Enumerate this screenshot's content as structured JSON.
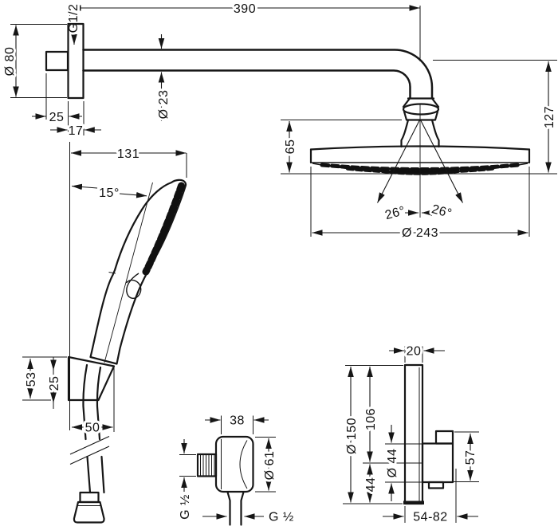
{
  "overhead": {
    "arm_length": "390",
    "wall_thread": "G1/2",
    "flange_diameter": "Ø 80",
    "arm_diameter": "Ø 23",
    "stub_offset": "25",
    "flange_depth": "17",
    "head_height": "127",
    "cone_height": "65",
    "spray_angle_left": "26°",
    "spray_angle_right": "26°",
    "head_diameter": "Ø 243"
  },
  "hand_shower": {
    "reach": "131",
    "angle": "15°",
    "holder_height": "53",
    "holder_offset": "25",
    "hose_offset": "50"
  },
  "wall_outlet": {
    "width": "38",
    "diameter": "Ø 61",
    "thread_side": "G ½",
    "thread_bottom": "G ½"
  },
  "thermostat": {
    "depth": "20",
    "plate_diameter": "Ø 150",
    "handle_center_from_top": "106",
    "handle_center_from_bottom": "44",
    "handle_diameter": "Ø 44",
    "handle_height": "57",
    "installation_depth": "54-82"
  }
}
